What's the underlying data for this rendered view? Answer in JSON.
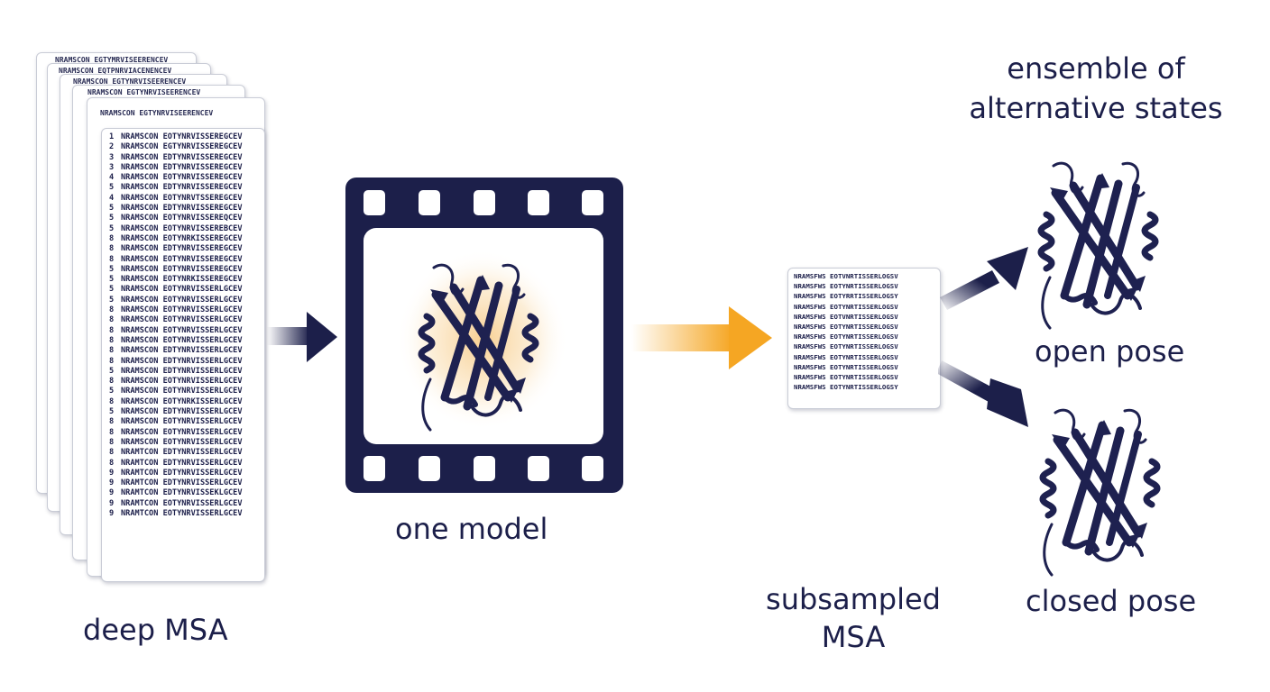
{
  "deep_msa": {
    "label": "deep MSA",
    "stack_headers": [
      "NRAMSCON EGTYMRVISEERENCEV",
      "NRAMSCON EQTPNRVIACENENCEV",
      "NRAMSCON EGTYNRVISEERENCEV",
      "NRAMSCON EGTYNRVISEERENCEV",
      "NRAMSCON EGTYNRVISEERENCEV"
    ],
    "front_rows": [
      {
        "num": "1",
        "seq": "NRAMSCON EOTYNRVISSEREGCEV"
      },
      {
        "num": "2",
        "seq": "NRAMSCON EGTYNRVISSEREGCEV"
      },
      {
        "num": "3",
        "seq": "NRAMSCON EDTYNRVISSEREGCEV"
      },
      {
        "num": "3",
        "seq": "NRAMSCON EDTYNRVISSEREGCEV"
      },
      {
        "num": "4",
        "seq": "NRAMSCON EOTYNRVISSEREGCEV"
      },
      {
        "num": "5",
        "seq": "NRAMSCON EDTYNRVISSEREGCEV"
      },
      {
        "num": "4",
        "seq": "NRAMSCON EOTYNRVTSSEREGCEV"
      },
      {
        "num": "5",
        "seq": "NRAMSCON EDTYNRVISSEREGCEV"
      },
      {
        "num": "5",
        "seq": "NRAMSCON EOTYNRVISSEREQCEV"
      },
      {
        "num": "5",
        "seq": "NRAMSCON EOTYNRVISSEREBCEV"
      },
      {
        "num": "8",
        "seq": "NRAMSCON EOTYNRKISSEREGCEV"
      },
      {
        "num": "8",
        "seq": "NRAMSCON EDTYNRVISSEREGCEV"
      },
      {
        "num": "8",
        "seq": "NRAMSCON EOTYNRVISSEREGCEV"
      },
      {
        "num": "5",
        "seq": "NRAMSCON EOTYNRVISSEREGCEV"
      },
      {
        "num": "5",
        "seq": "NRAMSCON EOTYNRKISSEREGCEV"
      },
      {
        "num": "5",
        "seq": "NRAMSCON EOTYNRVISSERLGCEV"
      },
      {
        "num": "5",
        "seq": "NRAMSCON EOTYNRVISSERLGCEV"
      },
      {
        "num": "8",
        "seq": "NRAMSCON EOTYNRVISSERLGCEV"
      },
      {
        "num": "8",
        "seq": "NRAMSCON EOTYNRVISSERLGCEV"
      },
      {
        "num": "8",
        "seq": "NRAMSCON EOTYNRVISSERLGCEV"
      },
      {
        "num": "8",
        "seq": "NRAMSCON EOTYNRVISSERLGCEV"
      },
      {
        "num": "8",
        "seq": "NRAMSCON EDTYNRVISSERLGCEV"
      },
      {
        "num": "8",
        "seq": "NRAMSCON EDTYNRVISSERLGCEV"
      },
      {
        "num": "5",
        "seq": "NRAMSCON EDTYNRVISSERLGCEV"
      },
      {
        "num": "8",
        "seq": "NRAMSCON EOTYNRVISSERLGCEV"
      },
      {
        "num": "5",
        "seq": "NRAMSCON EOTYNRVISSERLGCEV"
      },
      {
        "num": "8",
        "seq": "NRAMSCON EOTYNRKISSERLGCEV"
      },
      {
        "num": "5",
        "seq": "NRAMSCON EDTYNRVISSERLGCEV"
      },
      {
        "num": "8",
        "seq": "NRAMSCON EOTYNRVISSERLGCEV"
      },
      {
        "num": "8",
        "seq": "NRAMSCON EOTYNRVISSERLGCEV"
      },
      {
        "num": "8",
        "seq": "NRAMSCON EOTYNRVISSERLGCEV"
      },
      {
        "num": "8",
        "seq": "NRAMTCON EDTYNRVISSERLGCEV"
      },
      {
        "num": "8",
        "seq": "NRAMTCON EDTYNRVISSERLGCEV"
      },
      {
        "num": "9",
        "seq": "NRAMTCON EDTYNRVISSERLGCEV"
      },
      {
        "num": "9",
        "seq": "NRAMTCON EDTYNRVISSERLGCEV"
      },
      {
        "num": "9",
        "seq": "NRAMTCON EDTYNRVISSEKLGCEV"
      },
      {
        "num": "9",
        "seq": "NRAMTCON EOTYNRVISSERLGCEV"
      },
      {
        "num": "9",
        "seq": "NRAMTCON EOTYNRVISSERLGCEV"
      }
    ]
  },
  "model": {
    "label": "one model"
  },
  "subsampled_msa": {
    "label_line1": "subsampled",
    "label_line2": "MSA",
    "rows": [
      "NRAMSFWS EOTVNRTISSERLOGSV",
      "NRAMSFWS EOTYNRTISSERLOGSV",
      "NRAMSFWS EOTYRRTISSERLOGSY",
      "NRAMSFWS EOTYNRTISSERLOGSV",
      "NRAMSFWS EOTVNRTISSERLOGSV",
      "NRAMSFWS EOTYNRTISSERLOGSV",
      "NRAMSFWS EOTYNRTISSERLOGSV",
      "NRAMSFWS EOTYNRTISSERLOGSV",
      "NRAMSFWS EOTYNRTISSERLOGSV",
      "NRAMSFWS EOTYNRTISSERLOGSV",
      "NRAMSFWS EOTYNRTISSERLOGSV",
      "NRAMSFWS EOTYNRTISSERLOGSY"
    ]
  },
  "ensemble": {
    "title_line1": "ensemble of",
    "title_line2": "alternative states",
    "open_label": "open pose",
    "closed_label": "closed pose"
  },
  "colors": {
    "navy": "#1c1f4a",
    "accent_orange": "#f5a623",
    "glow": "#f7c77e",
    "background": "#ffffff"
  },
  "icons": [
    "film-frame-icon",
    "protein-structure-icon",
    "arrow-icon"
  ]
}
